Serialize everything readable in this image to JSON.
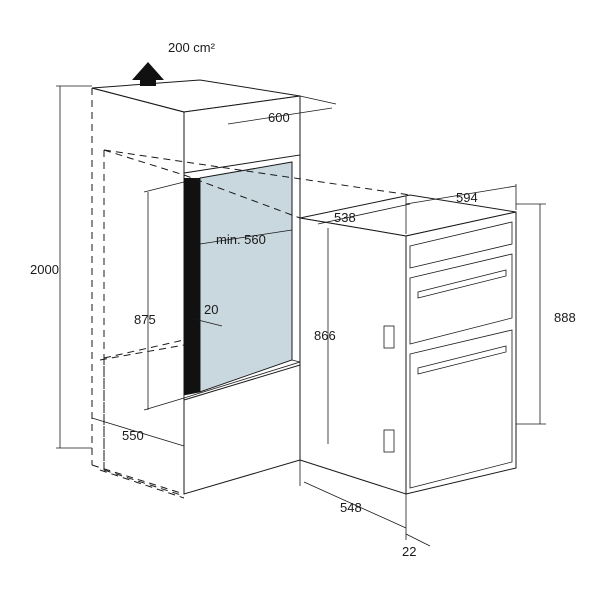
{
  "dimensions": {
    "ventilation": "200 cm²",
    "cabinet_width": "600",
    "oven_width": "594",
    "oven_depth": "538",
    "opening_width": "min. 560",
    "total_height": "2000",
    "niche_height": "875",
    "gap": "20",
    "oven_height": "866",
    "overall_height": "888",
    "cabinet_depth": "550",
    "oven_total_depth": "548",
    "front_offset": "22"
  },
  "colors": {
    "line": "#1a1a1a",
    "niche_fill": "#c9d7de",
    "strip_fill": "#111111",
    "arrow_fill": "#111111"
  }
}
